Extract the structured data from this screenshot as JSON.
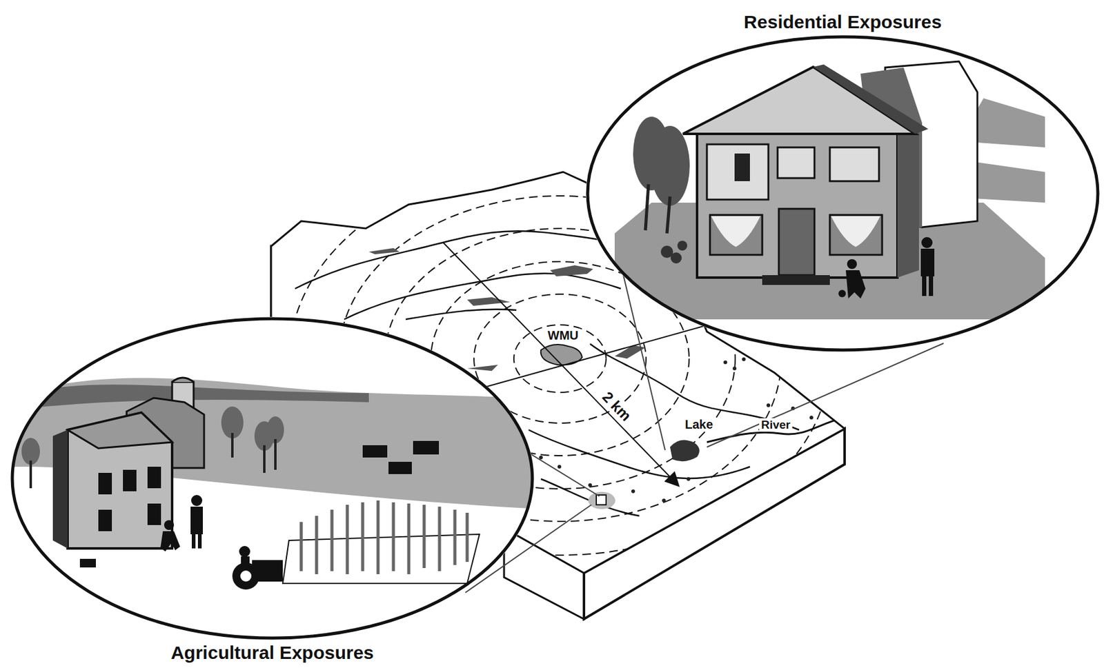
{
  "diagram": {
    "nodes": [
      {
        "text": [
          "Residential Exposures"
        ]
      },
      {
        "text": [
          "Agricultural Exposures"
        ]
      }
    ],
    "labels": [
      "WMU",
      "2 km",
      "Lake",
      "River"
    ]
  }
}
